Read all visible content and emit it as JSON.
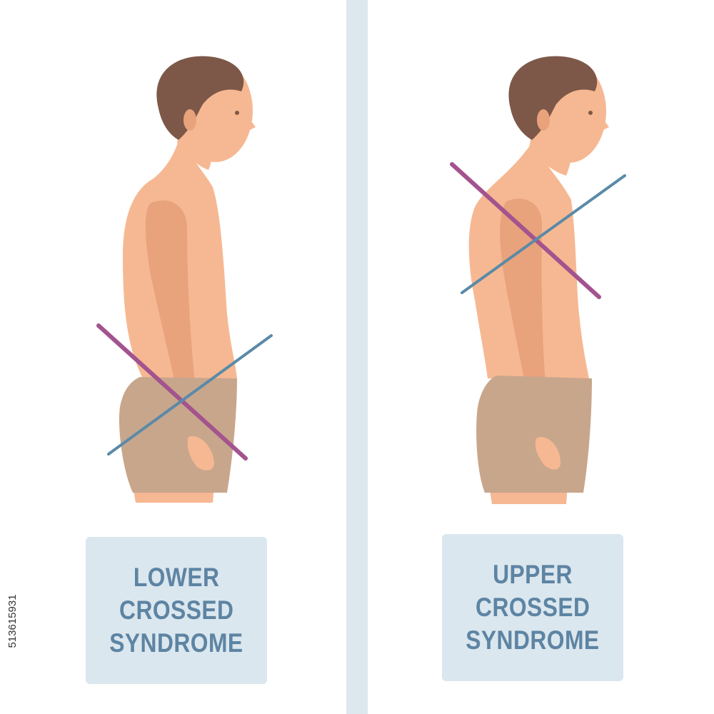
{
  "colors": {
    "background": "#ffffff",
    "divider": "#dde7ee",
    "skin": "#f6b892",
    "skin_shadow": "#e8a27c",
    "hair": "#7d5848",
    "shorts": "#c8a68c",
    "shorts_shadow": "#b8957b",
    "label_box": "#dbe7ee",
    "label_text": "#5d84a3",
    "line_purple": "#a3538e",
    "line_blue": "#5a8aa8"
  },
  "left": {
    "label": [
      "LOWER",
      "CROSSED",
      "SYNDROME"
    ]
  },
  "right": {
    "label": [
      "UPPER",
      "CROSSED",
      "SYNDROME"
    ]
  },
  "stock_id": "513615931"
}
